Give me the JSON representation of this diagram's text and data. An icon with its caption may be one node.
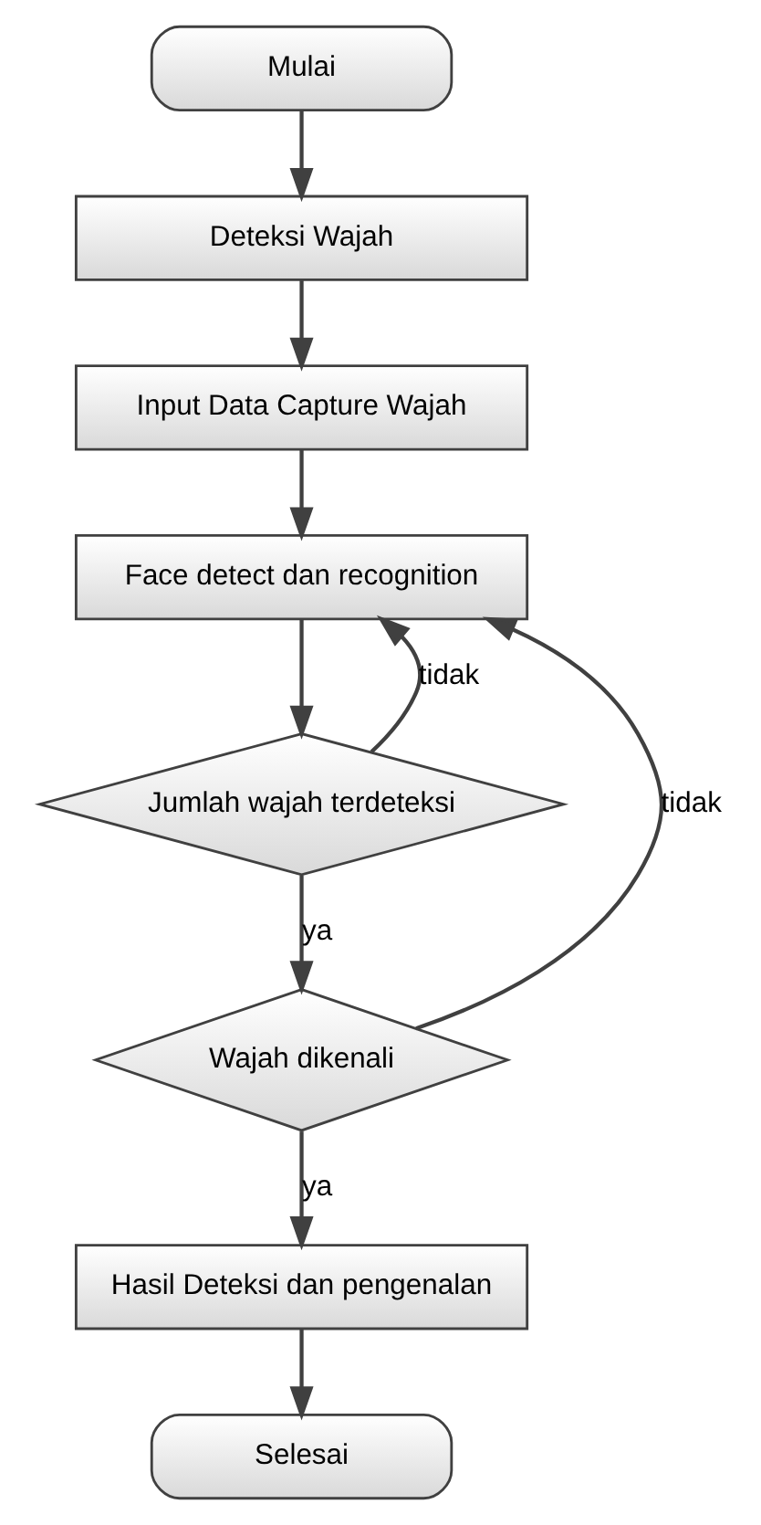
{
  "diagram": {
    "nodes": [
      {
        "text": [
          "Mulai"
        ]
      },
      {
        "text": [
          "Deteksi Wajah"
        ]
      },
      {
        "text": [
          "Input Data Capture Wajah"
        ]
      },
      {
        "text": [
          "Face detect dan recognition"
        ]
      },
      {
        "text": [
          "Jumlah wajah terdeteksi"
        ]
      },
      {
        "text": [
          "Wajah dikenali"
        ]
      },
      {
        "text": [
          "Hasil Deteksi dan pengenalan"
        ]
      },
      {
        "text": [
          "Selesai"
        ]
      }
    ],
    "edges": [
      {
        "from": 0,
        "to": 1,
        "arrow": "to"
      },
      {
        "from": 1,
        "to": 2,
        "arrow": "to"
      },
      {
        "from": 2,
        "to": 3,
        "arrow": "to"
      },
      {
        "from": 3,
        "to": 4,
        "arrow": "to"
      },
      {
        "from": 4,
        "to": 3,
        "arrow": "to",
        "label": "tidak"
      },
      {
        "from": 4,
        "to": 5,
        "arrow": "to",
        "label": "ya"
      },
      {
        "from": 5,
        "to": 3,
        "arrow": "to",
        "label": "tidak"
      },
      {
        "from": 5,
        "to": 6,
        "arrow": "to",
        "label": "ya"
      },
      {
        "from": 6,
        "to": 7,
        "arrow": "to"
      }
    ]
  }
}
